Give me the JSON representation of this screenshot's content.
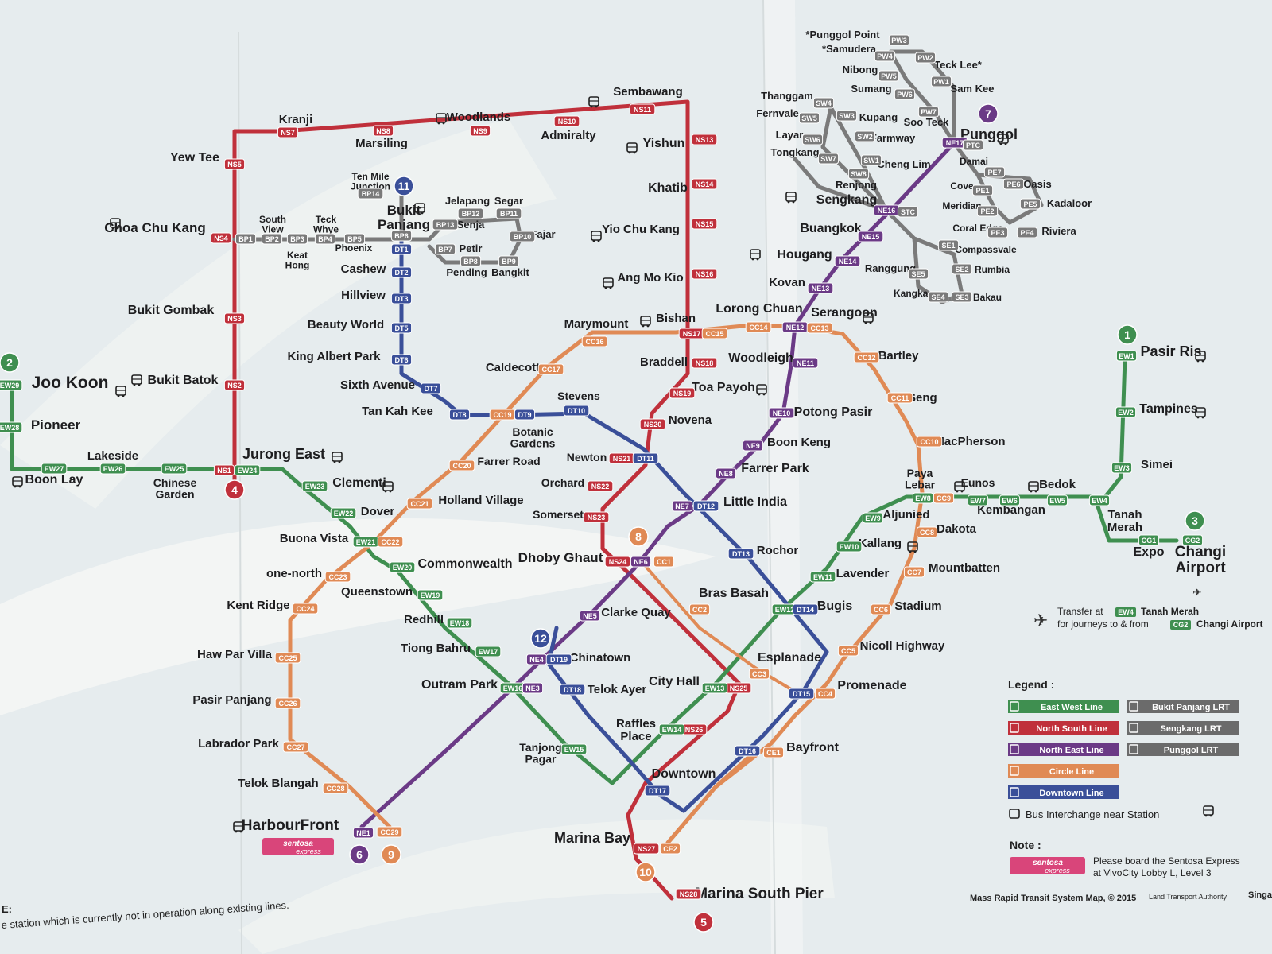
{
  "colors": {
    "ew": "#3f8f50",
    "ns": "#c0303b",
    "ne": "#6b3a86",
    "cc": "#e08a55",
    "dt": "#3a4f99",
    "lrt": "#7a7a7a",
    "bg": "#e6ecee",
    "fold": "#f4f6f5"
  },
  "stations": [
    {
      "name": "Kranji",
      "lines": [
        "ns"
      ]
    },
    {
      "name": "Marsiling",
      "lines": [
        "ns"
      ]
    },
    {
      "name": "Woodlands",
      "lines": [
        "ns"
      ],
      "bus": true
    },
    {
      "name": "Admiralty",
      "lines": [
        "ns"
      ]
    },
    {
      "name": "Sembawang",
      "lines": [
        "ns"
      ],
      "bus": true
    },
    {
      "name": "Yew Tee",
      "lines": [
        "ns"
      ]
    },
    {
      "name": "Yishun",
      "lines": [
        "ns"
      ],
      "bus": true
    },
    {
      "name": "Khatib",
      "lines": [
        "ns"
      ]
    },
    {
      "name": "Yio Chu Kang",
      "lines": [
        "ns"
      ],
      "bus": true
    },
    {
      "name": "Ang Mo Kio",
      "lines": [
        "ns"
      ],
      "bus": true
    },
    {
      "name": "Bishan",
      "lines": [
        "ns",
        "cc"
      ],
      "bus": true
    },
    {
      "name": "Braddell",
      "lines": [
        "ns"
      ]
    },
    {
      "name": "Toa Payoh",
      "lines": [
        "ns"
      ],
      "bus": true
    },
    {
      "name": "Novena",
      "lines": [
        "ns"
      ]
    },
    {
      "name": "Newton",
      "lines": [
        "ns",
        "dt"
      ]
    },
    {
      "name": "Orchard",
      "lines": [
        "ns"
      ]
    },
    {
      "name": "Somerset",
      "lines": [
        "ns"
      ]
    },
    {
      "name": "Dhoby Ghaut",
      "lines": [
        "ns",
        "ne",
        "cc"
      ]
    },
    {
      "name": "City Hall",
      "lines": [
        "ew",
        "ns"
      ]
    },
    {
      "name": "Raffles Place",
      "lines": [
        "ew",
        "ns"
      ]
    },
    {
      "name": "Marina Bay",
      "lines": [
        "ns",
        "cc"
      ]
    },
    {
      "name": "Marina South Pier",
      "lines": [
        "ns"
      ]
    },
    {
      "name": "Choa Chu Kang",
      "lines": [
        "ns"
      ],
      "bus": true
    },
    {
      "name": "Bukit Gombak",
      "lines": [
        "ns"
      ]
    },
    {
      "name": "Bukit Batok",
      "lines": [
        "ns"
      ],
      "bus": true
    },
    {
      "name": "Jurong East",
      "lines": [
        "ew",
        "ns"
      ],
      "bus": true
    },
    {
      "name": "Joo Koon",
      "lines": [
        "ew"
      ],
      "bus": true
    },
    {
      "name": "Pioneer",
      "lines": [
        "ew"
      ]
    },
    {
      "name": "Boon Lay",
      "lines": [
        "ew"
      ],
      "bus": true
    },
    {
      "name": "Lakeside",
      "lines": [
        "ew"
      ]
    },
    {
      "name": "Chinese Garden",
      "lines": [
        "ew"
      ]
    },
    {
      "name": "Clementi",
      "lines": [
        "ew"
      ],
      "bus": true
    },
    {
      "name": "Dover",
      "lines": [
        "ew"
      ]
    },
    {
      "name": "Buona Vista",
      "lines": [
        "ew",
        "cc"
      ]
    },
    {
      "name": "Commonwealth",
      "lines": [
        "ew"
      ]
    },
    {
      "name": "Queenstown",
      "lines": [
        "ew"
      ]
    },
    {
      "name": "Redhill",
      "lines": [
        "ew"
      ]
    },
    {
      "name": "Tiong Bahru",
      "lines": [
        "ew"
      ]
    },
    {
      "name": "Outram Park",
      "lines": [
        "ew",
        "ne"
      ]
    },
    {
      "name": "Tanjong Pagar",
      "lines": [
        "ew"
      ]
    },
    {
      "name": "Bugis",
      "lines": [
        "ew",
        "dt"
      ]
    },
    {
      "name": "Lavender",
      "lines": [
        "ew"
      ]
    },
    {
      "name": "Kallang",
      "lines": [
        "ew"
      ],
      "bus": true
    },
    {
      "name": "Aljunied",
      "lines": [
        "ew"
      ]
    },
    {
      "name": "Paya Lebar",
      "lines": [
        "ew",
        "cc"
      ]
    },
    {
      "name": "Eunos",
      "lines": [
        "ew"
      ],
      "bus": true
    },
    {
      "name": "Kembangan",
      "lines": [
        "ew"
      ]
    },
    {
      "name": "Bedok",
      "lines": [
        "ew"
      ],
      "bus": true
    },
    {
      "name": "Tanah Merah",
      "lines": [
        "ew"
      ]
    },
    {
      "name": "Simei",
      "lines": [
        "ew"
      ]
    },
    {
      "name": "Tampines",
      "lines": [
        "ew"
      ],
      "bus": true
    },
    {
      "name": "Pasir Ris",
      "lines": [
        "ew"
      ],
      "bus": true
    },
    {
      "name": "Expo",
      "lines": [
        "ew"
      ]
    },
    {
      "name": "Changi Airport",
      "lines": [
        "ew"
      ]
    },
    {
      "name": "HarbourFront",
      "lines": [
        "ne",
        "cc"
      ],
      "bus": true
    },
    {
      "name": "Chinatown",
      "lines": [
        "ne",
        "dt"
      ]
    },
    {
      "name": "Clarke Quay",
      "lines": [
        "ne"
      ]
    },
    {
      "name": "Little India",
      "lines": [
        "ne",
        "dt"
      ]
    },
    {
      "name": "Farrer Park",
      "lines": [
        "ne"
      ]
    },
    {
      "name": "Boon Keng",
      "lines": [
        "ne"
      ]
    },
    {
      "name": "Potong Pasir",
      "lines": [
        "ne"
      ]
    },
    {
      "name": "Woodleigh",
      "lines": [
        "ne"
      ]
    },
    {
      "name": "Serangoon",
      "lines": [
        "ne",
        "cc"
      ],
      "bus": true
    },
    {
      "name": "Kovan",
      "lines": [
        "ne"
      ]
    },
    {
      "name": "Hougang",
      "lines": [
        "ne"
      ],
      "bus": true
    },
    {
      "name": "Buangkok",
      "lines": [
        "ne"
      ]
    },
    {
      "name": "Sengkang",
      "lines": [
        "ne"
      ],
      "bus": true
    },
    {
      "name": "Punggol",
      "lines": [
        "ne"
      ],
      "bus": true
    },
    {
      "name": "Marymount",
      "lines": [
        "cc"
      ]
    },
    {
      "name": "Lorong Chuan",
      "lines": [
        "cc"
      ]
    },
    {
      "name": "Bartley",
      "lines": [
        "cc"
      ]
    },
    {
      "name": "Tai Seng",
      "lines": [
        "cc"
      ]
    },
    {
      "name": "MacPherson",
      "lines": [
        "cc"
      ]
    },
    {
      "name": "Dakota",
      "lines": [
        "cc"
      ]
    },
    {
      "name": "Mountbatten",
      "lines": [
        "cc"
      ]
    },
    {
      "name": "Stadium",
      "lines": [
        "cc"
      ]
    },
    {
      "name": "Nicoll Highway",
      "lines": [
        "cc"
      ]
    },
    {
      "name": "Promenade",
      "lines": [
        "cc",
        "dt"
      ]
    },
    {
      "name": "Esplanade",
      "lines": [
        "cc"
      ]
    },
    {
      "name": "Bras Basah",
      "lines": [
        "cc"
      ]
    },
    {
      "name": "Bayfront",
      "lines": [
        "cc",
        "dt"
      ]
    },
    {
      "name": "Caldecott",
      "lines": [
        "cc"
      ]
    },
    {
      "name": "Botanic Gardens",
      "lines": [
        "cc",
        "dt"
      ]
    },
    {
      "name": "Farrer Road",
      "lines": [
        "cc"
      ]
    },
    {
      "name": "Holland Village",
      "lines": [
        "cc"
      ]
    },
    {
      "name": "one-north",
      "lines": [
        "cc"
      ]
    },
    {
      "name": "Kent Ridge",
      "lines": [
        "cc"
      ]
    },
    {
      "name": "Haw Par Villa",
      "lines": [
        "cc"
      ]
    },
    {
      "name": "Pasir Panjang",
      "lines": [
        "cc"
      ]
    },
    {
      "name": "Labrador Park",
      "lines": [
        "cc"
      ]
    },
    {
      "name": "Telok Blangah",
      "lines": [
        "cc"
      ]
    },
    {
      "name": "Bukit Panjang",
      "lines": [
        "dt"
      ],
      "bus": true
    },
    {
      "name": "Cashew",
      "lines": [
        "dt"
      ]
    },
    {
      "name": "Hillview",
      "lines": [
        "dt"
      ]
    },
    {
      "name": "Beauty World",
      "lines": [
        "dt"
      ]
    },
    {
      "name": "King Albert Park",
      "lines": [
        "dt"
      ]
    },
    {
      "name": "Sixth Avenue",
      "lines": [
        "dt"
      ]
    },
    {
      "name": "Tan Kah Kee",
      "lines": [
        "dt"
      ]
    },
    {
      "name": "Stevens",
      "lines": [
        "dt"
      ]
    },
    {
      "name": "Rochor",
      "lines": [
        "dt"
      ]
    },
    {
      "name": "Telok Ayer",
      "lines": [
        "dt"
      ]
    },
    {
      "name": "Downtown",
      "lines": [
        "dt"
      ]
    },
    {
      "name": "Ten Mile Junction",
      "lines": [
        "lrt"
      ]
    },
    {
      "name": "South View",
      "lines": [
        "lrt"
      ]
    },
    {
      "name": "Keat Hong",
      "lines": [
        "lrt"
      ]
    },
    {
      "name": "Teck Whye",
      "lines": [
        "lrt"
      ]
    },
    {
      "name": "Phoenix",
      "lines": [
        "lrt"
      ]
    },
    {
      "name": "Jelapang",
      "lines": [
        "lrt"
      ]
    },
    {
      "name": "Segar",
      "lines": [
        "lrt"
      ]
    },
    {
      "name": "Senja",
      "lines": [
        "lrt"
      ]
    },
    {
      "name": "Fajar",
      "lines": [
        "lrt"
      ]
    },
    {
      "name": "Petir",
      "lines": [
        "lrt"
      ]
    },
    {
      "name": "Pending",
      "lines": [
        "lrt"
      ]
    },
    {
      "name": "Bangkit",
      "lines": [
        "lrt"
      ]
    },
    {
      "name": "*Punggol Point",
      "lines": [
        "lrt"
      ]
    },
    {
      "name": "*Samudera",
      "lines": [
        "lrt"
      ]
    },
    {
      "name": "Nibong",
      "lines": [
        "lrt"
      ]
    },
    {
      "name": "Sumang",
      "lines": [
        "lrt"
      ]
    },
    {
      "name": "Soo Teck",
      "lines": [
        "lrt"
      ]
    },
    {
      "name": "Teck Lee*",
      "lines": [
        "lrt"
      ]
    },
    {
      "name": "Sam Kee",
      "lines": [
        "lrt"
      ]
    },
    {
      "name": "Damai",
      "lines": [
        "lrt"
      ]
    },
    {
      "name": "Oasis",
      "lines": [
        "lrt"
      ]
    },
    {
      "name": "Kadaloor",
      "lines": [
        "lrt"
      ]
    },
    {
      "name": "Riviera",
      "lines": [
        "lrt"
      ]
    },
    {
      "name": "Coral Edge",
      "lines": [
        "lrt"
      ]
    },
    {
      "name": "Meridian",
      "lines": [
        "lrt"
      ]
    },
    {
      "name": "Cove",
      "lines": [
        "lrt"
      ]
    },
    {
      "name": "Thanggam",
      "lines": [
        "lrt"
      ]
    },
    {
      "name": "Fernvale",
      "lines": [
        "lrt"
      ]
    },
    {
      "name": "Layar",
      "lines": [
        "lrt"
      ]
    },
    {
      "name": "Tongkang",
      "lines": [
        "lrt"
      ]
    },
    {
      "name": "Renjong",
      "lines": [
        "lrt"
      ]
    },
    {
      "name": "Kupang",
      "lines": [
        "lrt"
      ]
    },
    {
      "name": "Farmway",
      "lines": [
        "lrt"
      ]
    },
    {
      "name": "Cheng Lim",
      "lines": [
        "lrt"
      ]
    },
    {
      "name": "Compassvale",
      "lines": [
        "lrt"
      ]
    },
    {
      "name": "Rumbia",
      "lines": [
        "lrt"
      ]
    },
    {
      "name": "Bakau",
      "lines": [
        "lrt"
      ]
    },
    {
      "name": "Kangkar",
      "lines": [
        "lrt"
      ]
    },
    {
      "name": "Ranggung",
      "lines": [
        "lrt"
      ]
    }
  ],
  "codes": {
    "ns": [
      "NS7",
      "NS8",
      "NS9",
      "NS10",
      "NS11",
      "NS5",
      "NS13",
      "NS14",
      "NS15",
      "NS16",
      "NS17",
      "NS18",
      "NS19",
      "NS20",
      "NS21",
      "NS22",
      "NS23",
      "NS24",
      "NS25",
      "NS26",
      "NS27",
      "NS28",
      "NS4",
      "NS3",
      "NS2",
      "NS1"
    ],
    "ew": [
      "EW29",
      "EW28",
      "EW27",
      "EW26",
      "EW25",
      "EW24",
      "EW23",
      "EW22",
      "EW21",
      "EW20",
      "EW19",
      "EW18",
      "EW17",
      "EW16",
      "EW15",
      "EW14",
      "EW13",
      "EW12",
      "EW11",
      "EW10",
      "EW9",
      "EW8",
      "EW7",
      "EW6",
      "EW5",
      "EW4",
      "EW3",
      "EW2",
      "EW1",
      "CG1",
      "CG2"
    ],
    "ne": [
      "NE1",
      "NE3",
      "NE4",
      "NE5",
      "NE6",
      "NE7",
      "NE8",
      "NE9",
      "NE10",
      "NE11",
      "NE12",
      "NE13",
      "NE14",
      "NE15",
      "NE16",
      "NE17"
    ],
    "cc": [
      "CC1",
      "CC2",
      "CC3",
      "CC4",
      "CC5",
      "CC6",
      "CC7",
      "CC8",
      "CC9",
      "CC10",
      "CC11",
      "CC12",
      "CC13",
      "CC14",
      "CC15",
      "CC16",
      "CC17",
      "CC19",
      "CC20",
      "CC21",
      "CC22",
      "CC23",
      "CC24",
      "CC25",
      "CC26",
      "CC27",
      "CC28",
      "CC29",
      "CE1",
      "CE2"
    ],
    "dt": [
      "DT1",
      "DT2",
      "DT3",
      "DT5",
      "DT6",
      "DT7",
      "DT8",
      "DT9",
      "DT10",
      "DT11",
      "DT12",
      "DT13",
      "DT14",
      "DT15",
      "DT16",
      "DT17",
      "DT18",
      "DT19"
    ],
    "bp": [
      "BP1",
      "BP2",
      "BP3",
      "BP4",
      "BP5",
      "BP6",
      "BP7",
      "BP8",
      "BP9",
      "BP10",
      "BP11",
      "BP12",
      "BP13",
      "BP14"
    ],
    "sk": [
      "STC",
      "SE1",
      "SE2",
      "SE3",
      "SE4",
      "SE5",
      "SW1",
      "SW2",
      "SW3",
      "SW4",
      "SW5",
      "SW6",
      "SW7",
      "SW8"
    ],
    "pg": [
      "PTC",
      "PE1",
      "PE2",
      "PE3",
      "PE4",
      "PE5",
      "PE6",
      "PE7",
      "PW1",
      "PW2",
      "PW3",
      "PW4",
      "PW5",
      "PW6",
      "PW7"
    ]
  },
  "numbered_markers": [
    "1",
    "2",
    "3",
    "4",
    "5",
    "6",
    "7",
    "8",
    "9",
    "10",
    "11",
    "12"
  ],
  "legend": {
    "title": "Legend :",
    "items": [
      {
        "label": "East West Line",
        "color": "#3f8f50"
      },
      {
        "label": "North South Line",
        "color": "#c0303b"
      },
      {
        "label": "North East Line",
        "color": "#6b3a86"
      },
      {
        "label": "Circle Line",
        "color": "#e08a55"
      },
      {
        "label": "Downtown Line",
        "color": "#3a4f99"
      },
      {
        "label": "Bukit Panjang LRT",
        "color": "#6b6b6b"
      },
      {
        "label": "Sengkang LRT",
        "color": "#6b6b6b"
      },
      {
        "label": "Punggol LRT",
        "color": "#6b6b6b"
      }
    ],
    "bus_note": "Bus Interchange near Station"
  },
  "note": {
    "title": "Note :",
    "text_line1": "Please board the Sentosa Express",
    "text_line2": "at VivoCity Lobby L, Level 3",
    "logo_text_top": "sentosa",
    "logo_text_bottom": "express"
  },
  "transfer": {
    "line1_prefix": "Transfer at",
    "line1_code": "EW4",
    "line1_station": "Tanah Merah",
    "line2_prefix": "for journeys to & from",
    "line2_code": "CG2",
    "line2_station": "Changi Airport"
  },
  "footer": {
    "copyright": "Mass Rapid Transit System Map, © 2015",
    "authority": "Land Transport Authority",
    "authority_cut": "Singa",
    "bottom_note_label": "E:",
    "bottom_note": "e station which is currently not in operation along existing lines."
  }
}
